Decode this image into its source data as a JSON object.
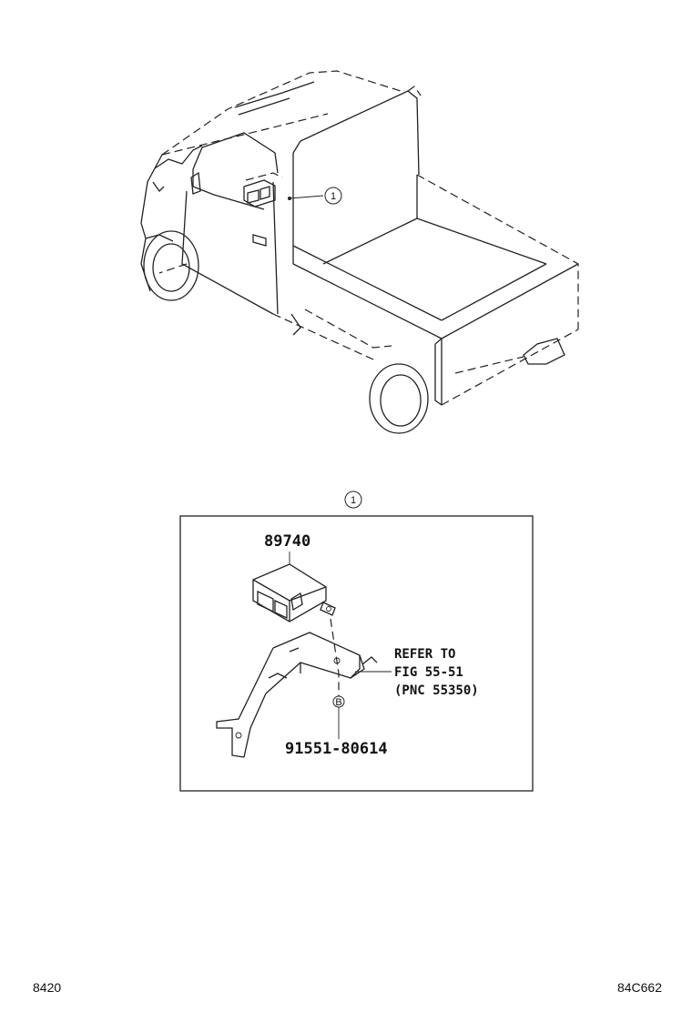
{
  "callout": {
    "symbol": "1"
  },
  "fastener": {
    "symbol": "B"
  },
  "parts": {
    "ecu": "89740",
    "bolt": "91551-80614"
  },
  "reference": {
    "line1": "REFER TO",
    "line2": "FIG 55-51",
    "line3": "(PNC 55350)"
  },
  "footer": {
    "left_code": "8420",
    "right_code": "84C662"
  }
}
